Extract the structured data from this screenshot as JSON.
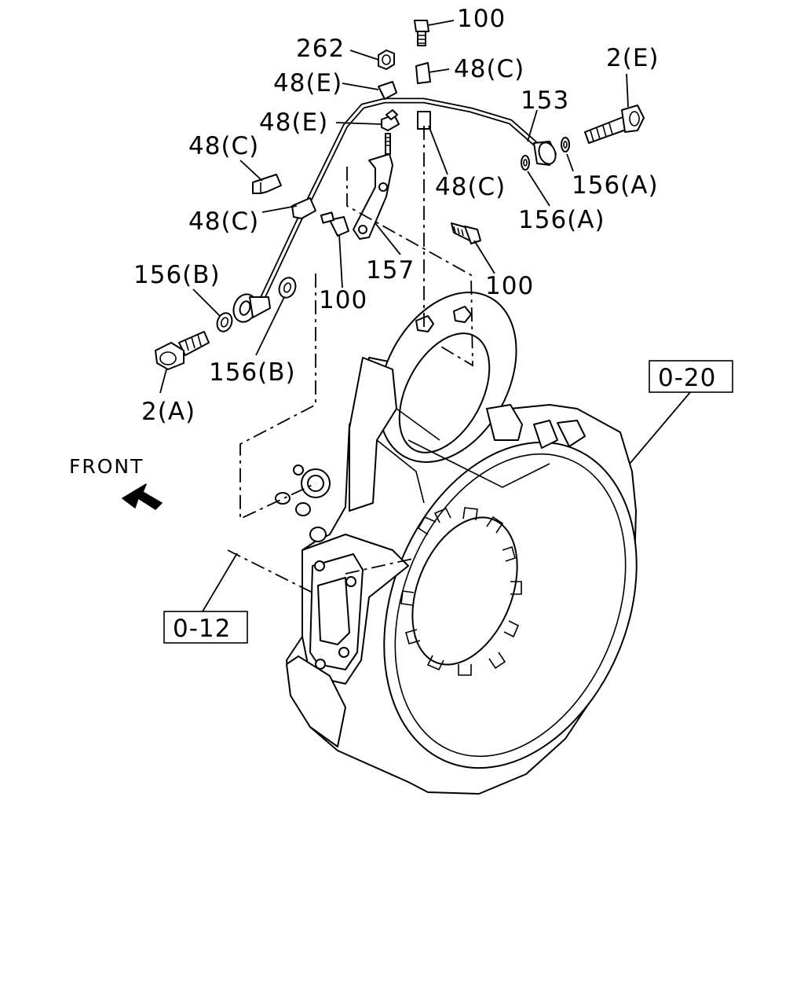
{
  "diagram": {
    "labels": {
      "p100_top": "100",
      "p262": "262",
      "p48e_1": "48(E)",
      "p48c_top": "48(C)",
      "p48e_2": "48(E)",
      "p153": "153",
      "p2e": "2(E)",
      "p48c_left1": "48(C)",
      "p48c_right": "48(C)",
      "p156a_1": "156(A)",
      "p156a_2": "156(A)",
      "p48c_left2": "48(C)",
      "p157": "157",
      "p100_right": "100",
      "p156b_1": "156(B)",
      "p100_mid": "100",
      "p156b_2": "156(B)",
      "p2a": "2(A)",
      "front": "FRONT"
    },
    "references": {
      "ref_0_20": "0-20",
      "ref_0_12": "0-12"
    },
    "icons": {
      "front_arrow": "arrow-up-left-icon"
    }
  }
}
